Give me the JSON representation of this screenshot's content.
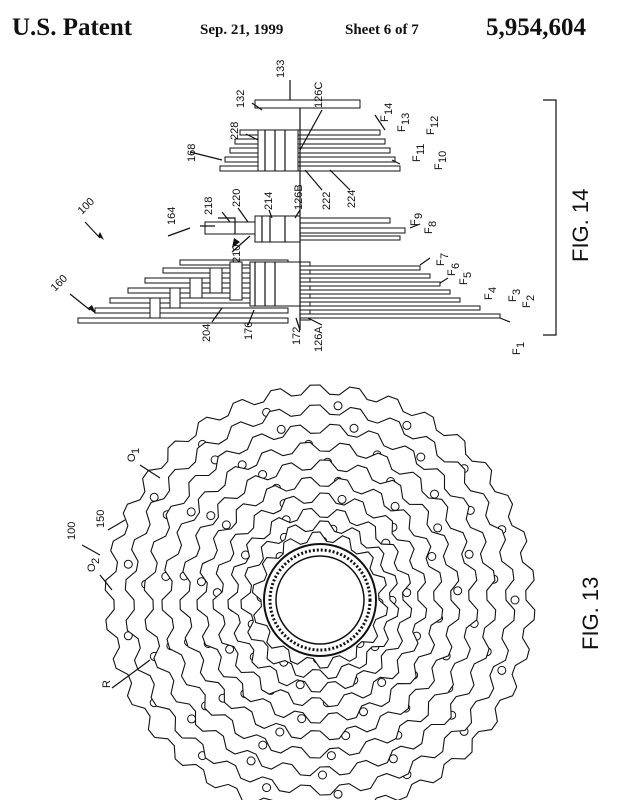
{
  "header": {
    "patent": "U.S. Patent",
    "date": "Sep. 21, 1999",
    "sheet": "Sheet 6 of 7",
    "number": "5,954,604"
  },
  "fig14": {
    "caption": "FIG. 14",
    "labels": {
      "l100": "100",
      "l160": "160",
      "l164": "164",
      "l168": "168",
      "l172": "172",
      "l176": "176",
      "l204": "204",
      "l210": "210",
      "l214": "214",
      "l218": "218",
      "l220": "220",
      "l222": "222",
      "l224": "224",
      "l228": "228",
      "l132": "132",
      "l133": "133",
      "l126A": "126A",
      "l126B": "126B",
      "l126C": "126C",
      "F1": "F",
      "F1s": "1",
      "F2": "F",
      "F2s": "2",
      "F3": "F",
      "F3s": "3",
      "F4": "F",
      "F4s": "4",
      "F5": "F",
      "F5s": "5",
      "F6": "F",
      "F6s": "6",
      "F7": "F",
      "F7s": "7",
      "F8": "F",
      "F8s": "8",
      "F9": "F",
      "F9s": "9",
      "F10": "F",
      "F10s": "10",
      "F11": "F",
      "F11s": "11",
      "F12": "F",
      "F12s": "12",
      "F13": "F",
      "F13s": "13",
      "F14": "F",
      "F14s": "14"
    }
  },
  "fig13": {
    "caption": "FIG. 13",
    "labels": {
      "l100": "100",
      "l150": "150",
      "O1": "O",
      "O1s": "1",
      "O2": "O",
      "O2s": "2",
      "R": "R"
    }
  }
}
